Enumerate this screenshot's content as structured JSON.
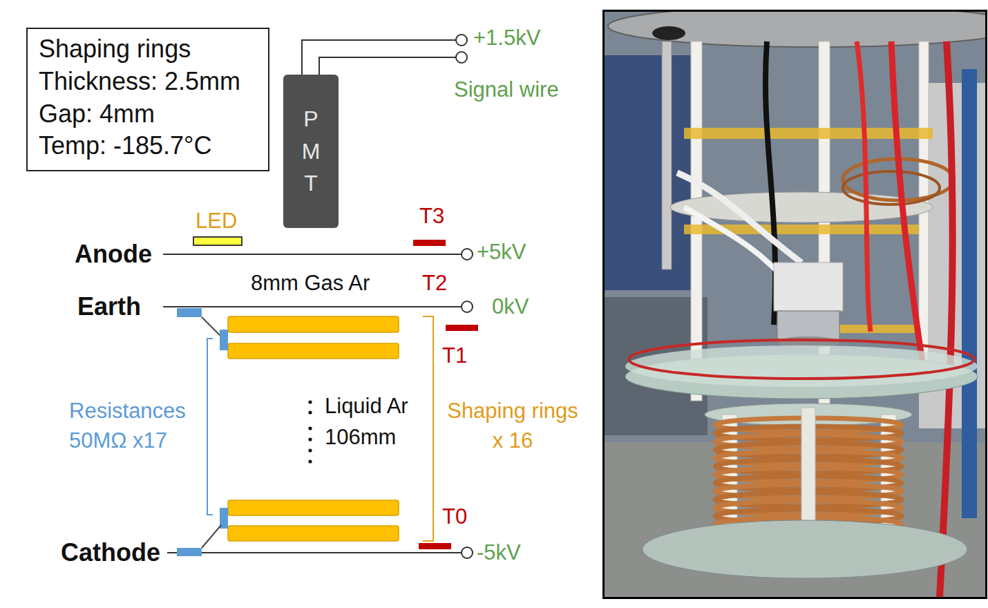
{
  "diagram": {
    "nodes": [
      {
        "text": [
          "Shaping rings",
          "Thickness: 2.5mm",
          "Gap: 4mm",
          "Temp: -185.7°C"
        ]
      },
      {
        "text": [
          "PMT"
        ]
      },
      {
        "text": [
          "LED"
        ]
      }
    ],
    "labels": [
      "+1.5kV",
      "Signal wire",
      "T3",
      "Anode",
      "+5kV",
      "8mm Gas Ar",
      "T2",
      "Earth",
      "0kV",
      "T1",
      "Resistances 50MΩ x17",
      "Liquid Ar 106mm",
      "Shaping rings x 16",
      "T0",
      "Cathode",
      "-5kV"
    ]
  }
}
